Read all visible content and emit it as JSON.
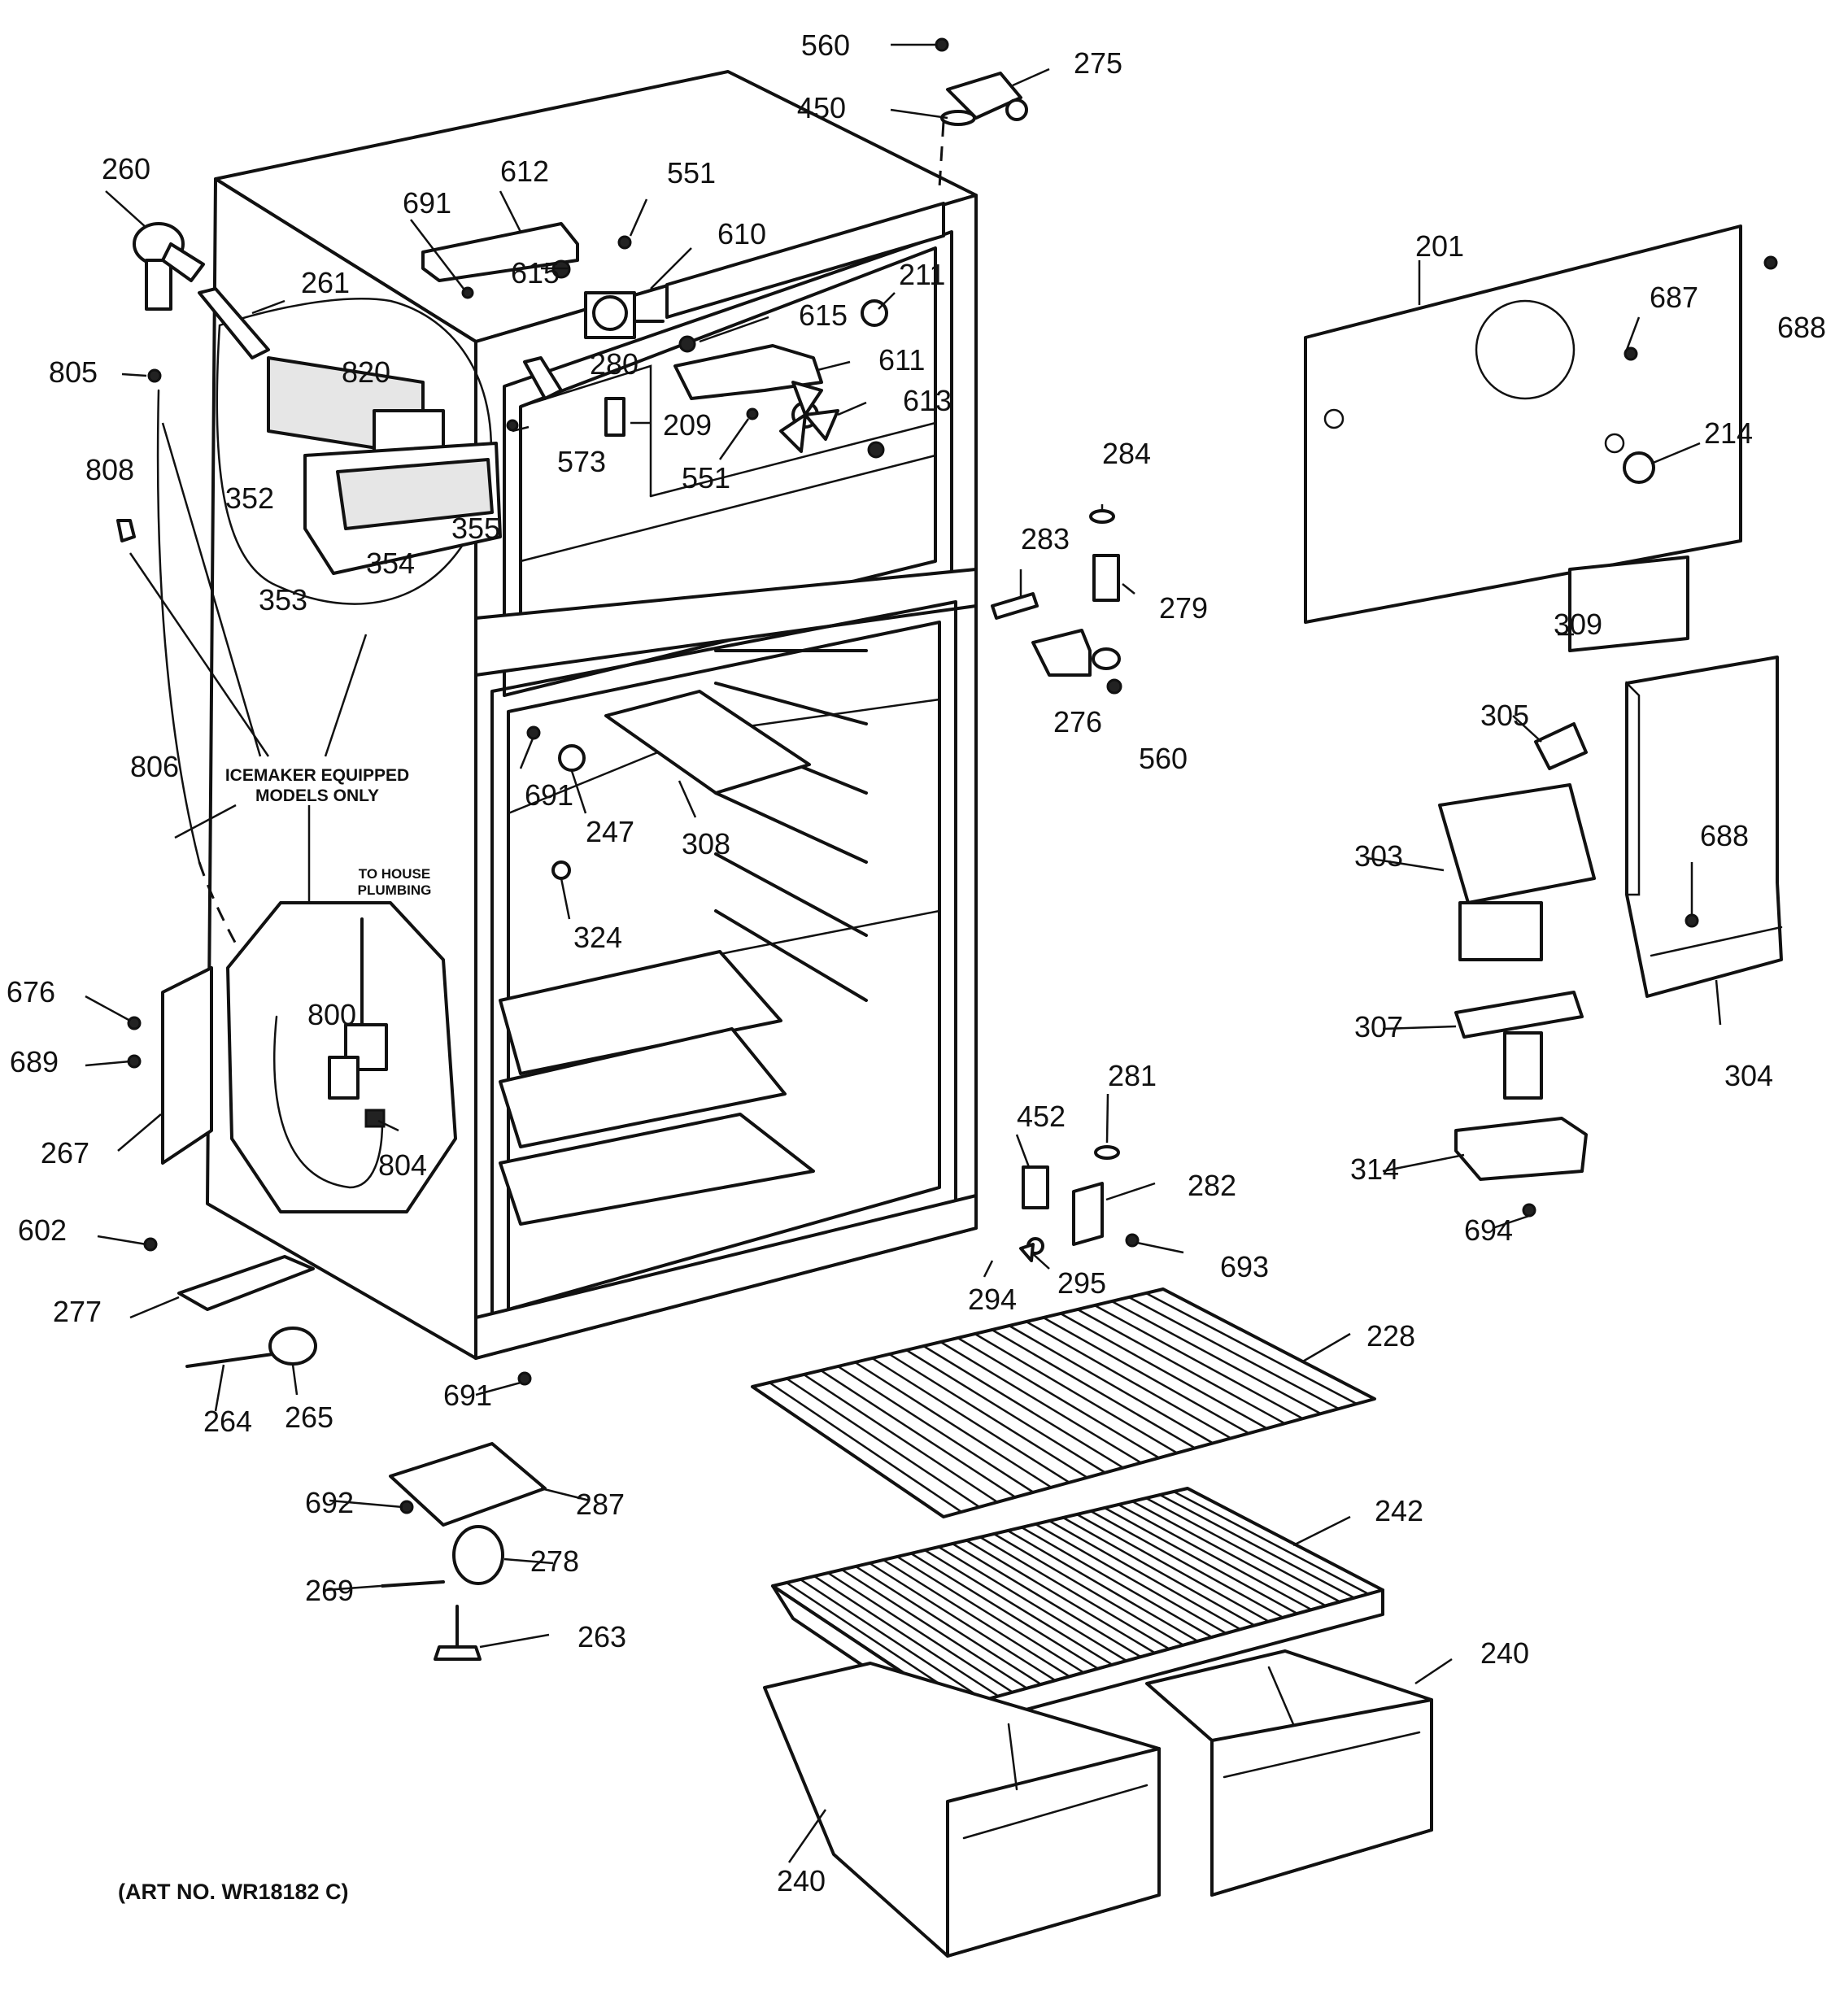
{
  "diagram": {
    "notes": {
      "icemaker_line1": "ICEMAKER EQUIPPED",
      "icemaker_line2": "MODELS ONLY",
      "plumbing_line1": "TO HOUSE",
      "plumbing_line2": "PLUMBING"
    },
    "art_number": "(ART NO. WR18182 C)",
    "part_labels": [
      "560",
      "275",
      "450",
      "260",
      "612",
      "551",
      "691",
      "610",
      "261",
      "615",
      "211",
      "615",
      "611",
      "805",
      "820",
      "280",
      "209",
      "613",
      "551",
      "573",
      "808",
      "352",
      "355",
      "354",
      "353",
      "201",
      "687",
      "688",
      "214",
      "284",
      "283",
      "279",
      "276",
      "560",
      "309",
      "305",
      "303",
      "688",
      "304",
      "307",
      "314",
      "694",
      "806",
      "691",
      "247",
      "308",
      "324",
      "800",
      "804",
      "676",
      "689",
      "267",
      "602",
      "277",
      "264",
      "265",
      "691",
      "452",
      "281",
      "282",
      "294",
      "295",
      "693",
      "228",
      "692",
      "287",
      "269",
      "278",
      "263",
      "242",
      "240",
      "240"
    ]
  }
}
